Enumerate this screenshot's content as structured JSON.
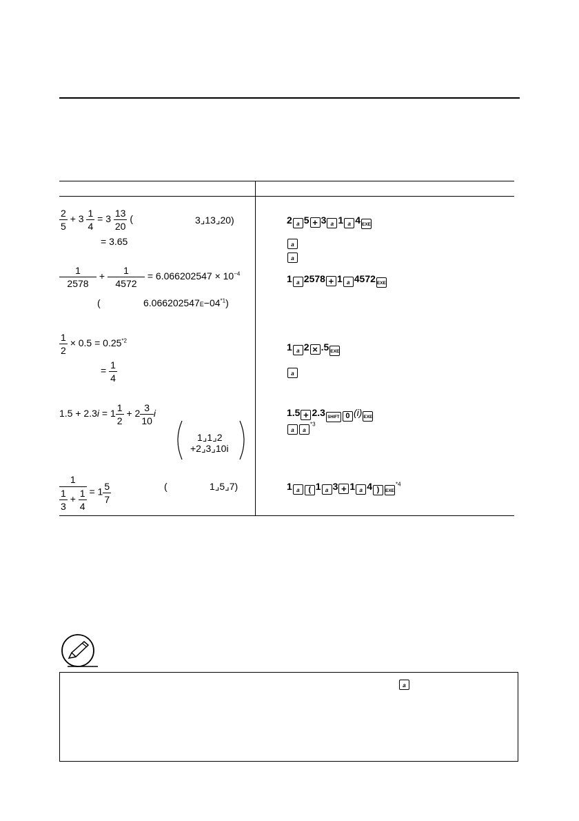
{
  "rows": [
    {
      "example_1": {
        "frac_a_num": "2",
        "frac_a_den": "5",
        "plus": "+ 3",
        "frac_b_num": "1",
        "frac_b_den": "4",
        "eq": "= 3",
        "frac_c_num": "13",
        "frac_c_den": "20",
        "paren_open": "(",
        "display": "3⌟13⌟20)",
        "line2": "= 3.65",
        "keys": {
          "k1": "2",
          "k2": "5",
          "k3": "3",
          "k4": "1",
          "k5": "4"
        }
      }
    }
  ],
  "example_2": {
    "frac_a_num": "1",
    "frac_a_den": "2578",
    "plus": "+",
    "frac_b_num": "1",
    "frac_b_den": "4572",
    "result": "= 6.066202547 × 10",
    "exp": "−4",
    "paren_open": "(",
    "display": "6.066202547",
    "display_e": "E",
    "display_rest": "−04",
    "note": "*1",
    "paren_close": ")",
    "keys": {
      "k1": "1",
      "k2": "2578",
      "k3": "1",
      "k4": "4572"
    }
  },
  "example_3": {
    "frac_num": "1",
    "frac_den": "2",
    "rest": "× 0.5 = 0.25",
    "note": "*2",
    "eq2": "=",
    "frac2_num": "1",
    "frac2_den": "4",
    "keys": {
      "k1": "1",
      "k2": "2",
      "k3": ".5"
    }
  },
  "example_4": {
    "lhs": "1.5 + 2.3",
    "i": "i",
    "eq": "= 1",
    "frac_a_num": "1",
    "frac_a_den": "2",
    "plus": "+ 2",
    "frac_b_num": "3",
    "frac_b_den": "10",
    "i2": "i",
    "display_1": "1⌟1⌟2",
    "display_2": "+2⌟3⌟10i",
    "keys": {
      "k1": "1.5",
      "k2": "2.3",
      "k3": "(i)",
      "note": "*3"
    }
  },
  "example_5": {
    "num": "1",
    "den_a_num": "1",
    "den_a_den": "3",
    "den_plus": "+",
    "den_b_num": "1",
    "den_b_den": "4",
    "eq": "= 1",
    "frac_num": "5",
    "frac_den": "7",
    "paren_open": "(",
    "display": "1⌟5⌟7)",
    "keys": {
      "k1": "1",
      "k2": "1",
      "k3": "3",
      "k4": "1",
      "k5": "4",
      "note": "*4"
    }
  },
  "keycaps": {
    "frac": "a b/c",
    "plus": "+",
    "times": "×",
    "exe": "EXE",
    "shift": "SHIFT",
    "zero": "0",
    "lparen": "(",
    "rparen": ")"
  }
}
